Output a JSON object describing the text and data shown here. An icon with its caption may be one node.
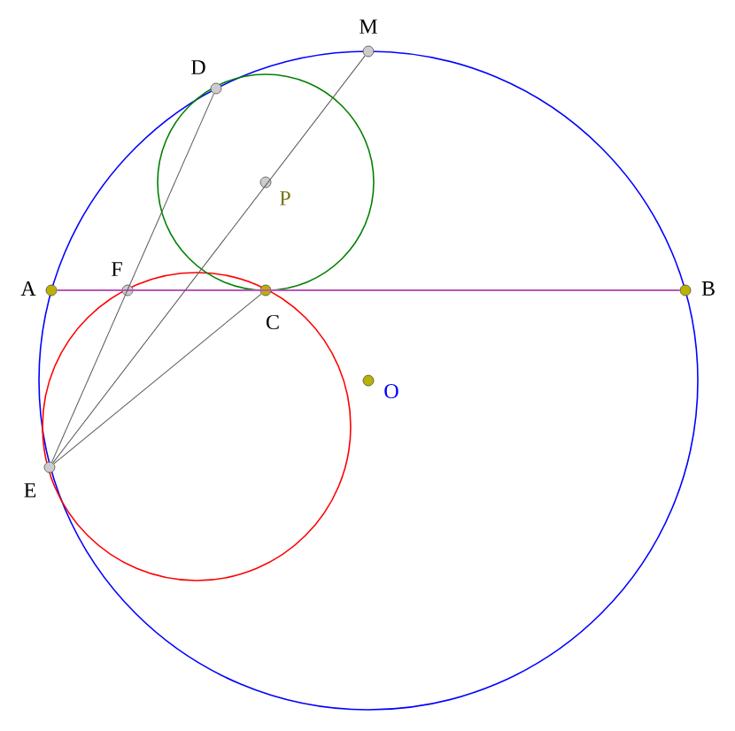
{
  "diagram": {
    "nodes": [
      {
        "text": [
          "D"
        ]
      },
      {
        "text": [
          "M"
        ]
      },
      {
        "text": [
          "P"
        ]
      },
      {
        "text": [
          "A"
        ]
      },
      {
        "text": [
          "F"
        ]
      },
      {
        "text": [
          "C"
        ]
      },
      {
        "text": [
          "B"
        ]
      },
      {
        "text": [
          "O"
        ]
      },
      {
        "text": [
          "E"
        ]
      }
    ],
    "edges": [
      {
        "from": 3,
        "to": 6,
        "arrow": "none",
        "color": "#bb55bb"
      },
      {
        "from": 8,
        "to": 0,
        "arrow": "none"
      },
      {
        "from": 8,
        "to": 1,
        "arrow": "none"
      },
      {
        "from": 8,
        "to": 5,
        "arrow": "none"
      }
    ]
  }
}
